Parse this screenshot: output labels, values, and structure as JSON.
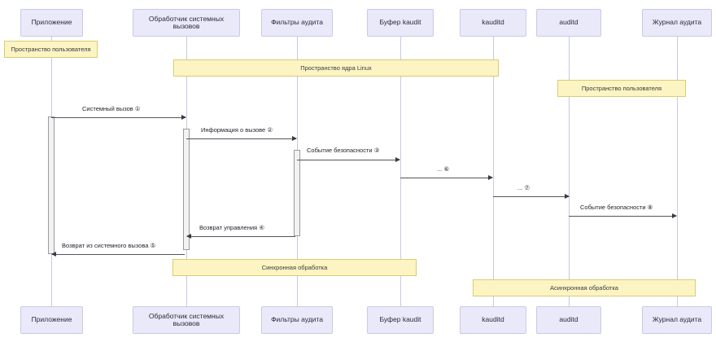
{
  "diagram": {
    "title": "Linux audit subsystem sequence diagram",
    "colors": {
      "participant_fill": "#e9e9f9",
      "participant_border": "#c9c9ea",
      "note_fill": "#fcf4c2",
      "note_border": "#d8cc72",
      "lifeline": "#c8c8e8",
      "arrow": "#3a3a42",
      "activation_fill": "#f2f2f2",
      "activation_border": "#9a9a9a"
    }
  },
  "participants": [
    {
      "id": "app",
      "label": "Приложение"
    },
    {
      "id": "syscall",
      "label": "Обработчик системных вызовов"
    },
    {
      "id": "filters",
      "label": "Фильтры аудита"
    },
    {
      "id": "kbuffer",
      "label": "Буфер kaudit"
    },
    {
      "id": "kauditd",
      "label": "kauditd"
    },
    {
      "id": "auditd",
      "label": "auditd"
    },
    {
      "id": "auditlog",
      "label": "Журнал аудита"
    }
  ],
  "participants_bottom": [
    {
      "id": "app",
      "label": "Приложение"
    },
    {
      "id": "syscall",
      "label": "Обработчик системных вызовов"
    },
    {
      "id": "filters",
      "label": "Фильтры аудита"
    },
    {
      "id": "kbuffer",
      "label": "Буфер kaudit"
    },
    {
      "id": "kauditd",
      "label": "kauditd"
    },
    {
      "id": "auditd",
      "label": "auditd"
    },
    {
      "id": "auditlog",
      "label": "Журнал аудита"
    }
  ],
  "notes": [
    {
      "id": "note-userspace-left",
      "label": "Пространство пользователя"
    },
    {
      "id": "note-kernelspace",
      "label": "Пространство ядра Linux"
    },
    {
      "id": "note-userspace-right",
      "label": "Пространство пользователя"
    },
    {
      "id": "note-sync",
      "label": "Синхронная обработка"
    },
    {
      "id": "note-async",
      "label": "Асинхронная обработка"
    }
  ],
  "messages": [
    {
      "id": "m1",
      "label": "Системный вызов ①",
      "from": "app",
      "to": "syscall",
      "direction": "right"
    },
    {
      "id": "m2",
      "label": "Информация о вызове ②",
      "from": "syscall",
      "to": "filters",
      "direction": "right"
    },
    {
      "id": "m3",
      "label": "Событие безопасности ③",
      "from": "filters",
      "to": "kbuffer",
      "direction": "right"
    },
    {
      "id": "m6",
      "label": "... ⑥",
      "from": "kbuffer",
      "to": "kauditd",
      "direction": "right"
    },
    {
      "id": "m7",
      "label": "... ⑦",
      "from": "kauditd",
      "to": "auditd",
      "direction": "right"
    },
    {
      "id": "m8",
      "label": "Событие безопасности ⑧",
      "from": "auditd",
      "to": "auditlog",
      "direction": "right"
    },
    {
      "id": "m4",
      "label": "Возврат управления ④",
      "from": "filters",
      "to": "syscall",
      "direction": "left"
    },
    {
      "id": "m5",
      "label": "Возврат из системного вызова ⑤",
      "from": "syscall",
      "to": "app",
      "direction": "left"
    }
  ]
}
